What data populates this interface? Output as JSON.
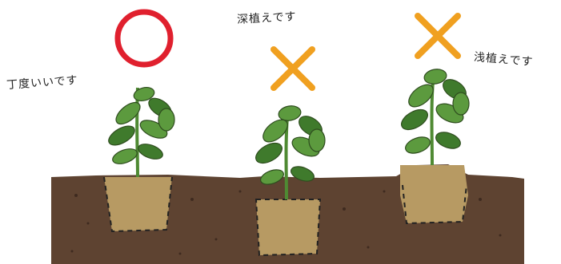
{
  "labels": {
    "good": "丁度いいです",
    "deep": "深植えです",
    "shallow": "浅植えです"
  },
  "marks": {
    "good": "circle",
    "deep": "cross",
    "shallow": "cross"
  },
  "colors": {
    "good_mark": "#e0202e",
    "bad_mark": "#f0a020",
    "soil": "#5e4331",
    "soil_dark": "#4a3326",
    "root_ball": "#b79a63",
    "leaf": "#5c9a3e",
    "leaf_dark": "#3f7a2c",
    "stem": "#4f8a33"
  }
}
